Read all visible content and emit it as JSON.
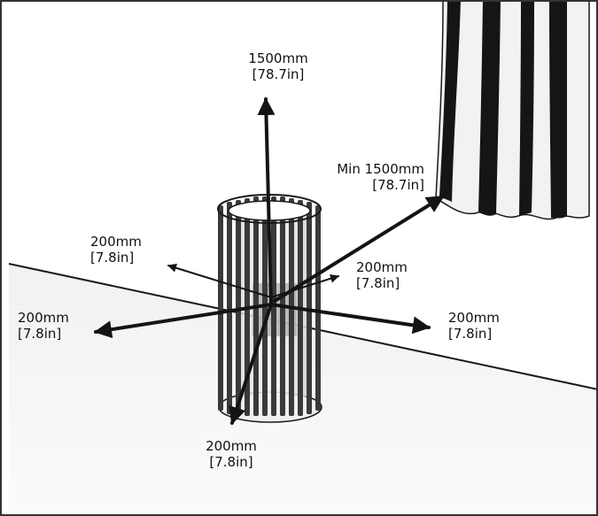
{
  "clearances": {
    "top": {
      "line1": "1500mm",
      "line2": "[78.7in]"
    },
    "curtain": {
      "line1": "Min 1500mm",
      "line2": "[78.7in]"
    },
    "back_left": {
      "line1": "200mm",
      "line2": "[7.8in]"
    },
    "back_right": {
      "line1": "200mm",
      "line2": "[7.8in]"
    },
    "left": {
      "line1": "200mm",
      "line2": "[7.8in]"
    },
    "right": {
      "line1": "200mm",
      "line2": "[7.8in]"
    },
    "front": {
      "line1": "200mm",
      "line2": "[7.8in]"
    }
  },
  "colors": {
    "wall": "#ffffff",
    "floor": "#f4f4f4",
    "outline": "#1a1a1a",
    "arrow": "#141414",
    "curtain_dark": "#151515",
    "curtain_light": "#f2f2f2"
  }
}
